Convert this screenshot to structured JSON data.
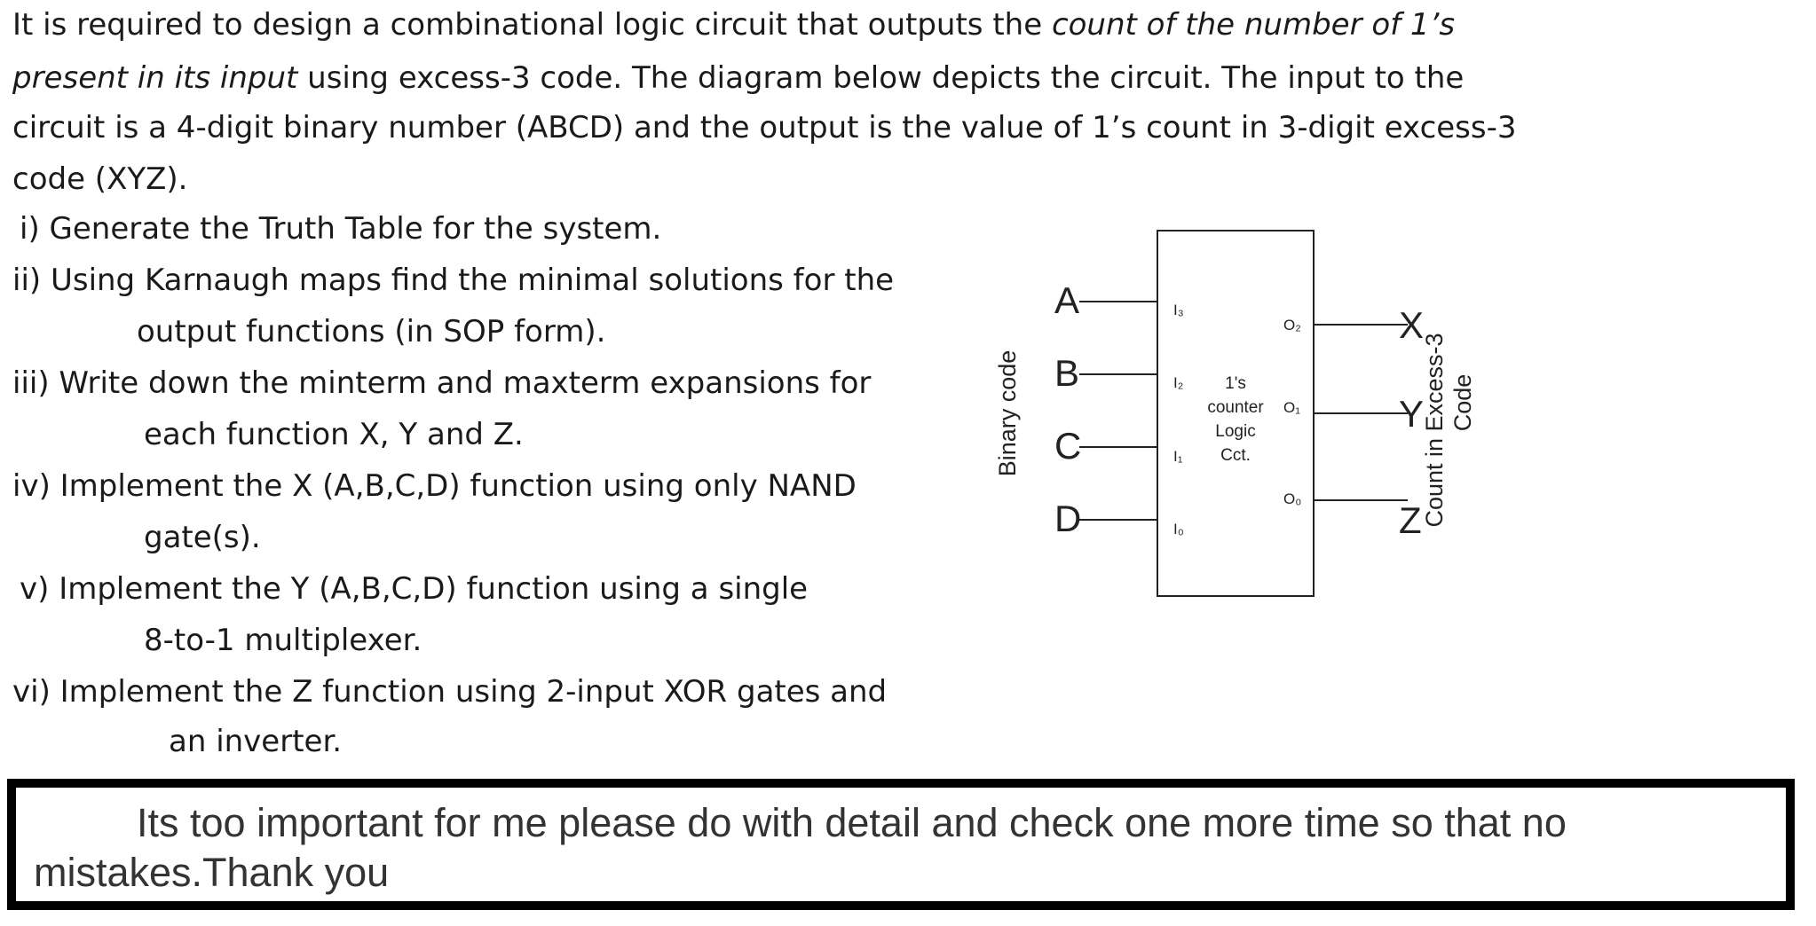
{
  "intro": {
    "l1_a": "It is required to design a combinational logic circuit that outputs the ",
    "l1_em": "count of the number of 1’s",
    "l2_em": "present in its input",
    "l2_b": " using excess-3 code. The diagram below depicts the circuit. The input to the",
    "l3": "circuit is a 4-digit binary number (ABCD) and the output is the value of 1’s count in 3-digit excess-3",
    "l4": "code (XYZ)."
  },
  "tasks": {
    "t1": "i) Generate the Truth Table for the system.",
    "t2a": "ii) Using Karnaugh maps find the minimal solutions for the",
    "t2b": "output functions (in SOP form).",
    "t3a": "iii) Write down the minterm and maxterm expansions for",
    "t3b": "each function X, Y and Z.",
    "t4a": "iv) Implement the X (A,B,C,D) function using only NAND",
    "t4b": "gate(s).",
    "t5a": "v) Implement the Y (A,B,C,D) function using a single",
    "t5b": "8-to-1 multiplexer.",
    "t6a": "vi) Implement the Z function using 2-input XOR gates and",
    "t6b": "an inverter."
  },
  "diagram": {
    "inputs": [
      "A",
      "B",
      "C",
      "D"
    ],
    "input_pins": [
      "I₃",
      "I₂",
      "I₁",
      "I₀"
    ],
    "outputs": [
      "X",
      "Y",
      "Z"
    ],
    "output_pins": [
      "O₂",
      "O₁",
      "O₀"
    ],
    "block_label": [
      "1's",
      "counter",
      "Logic",
      "Cct."
    ],
    "input_caption": "Binary code",
    "output_caption_1": "Count in Excess-3",
    "output_caption_2": "Code"
  },
  "note": {
    "line1": "Its too important for me please do with detail and check one more time so that no",
    "line2": "mistakes.Thank you"
  }
}
